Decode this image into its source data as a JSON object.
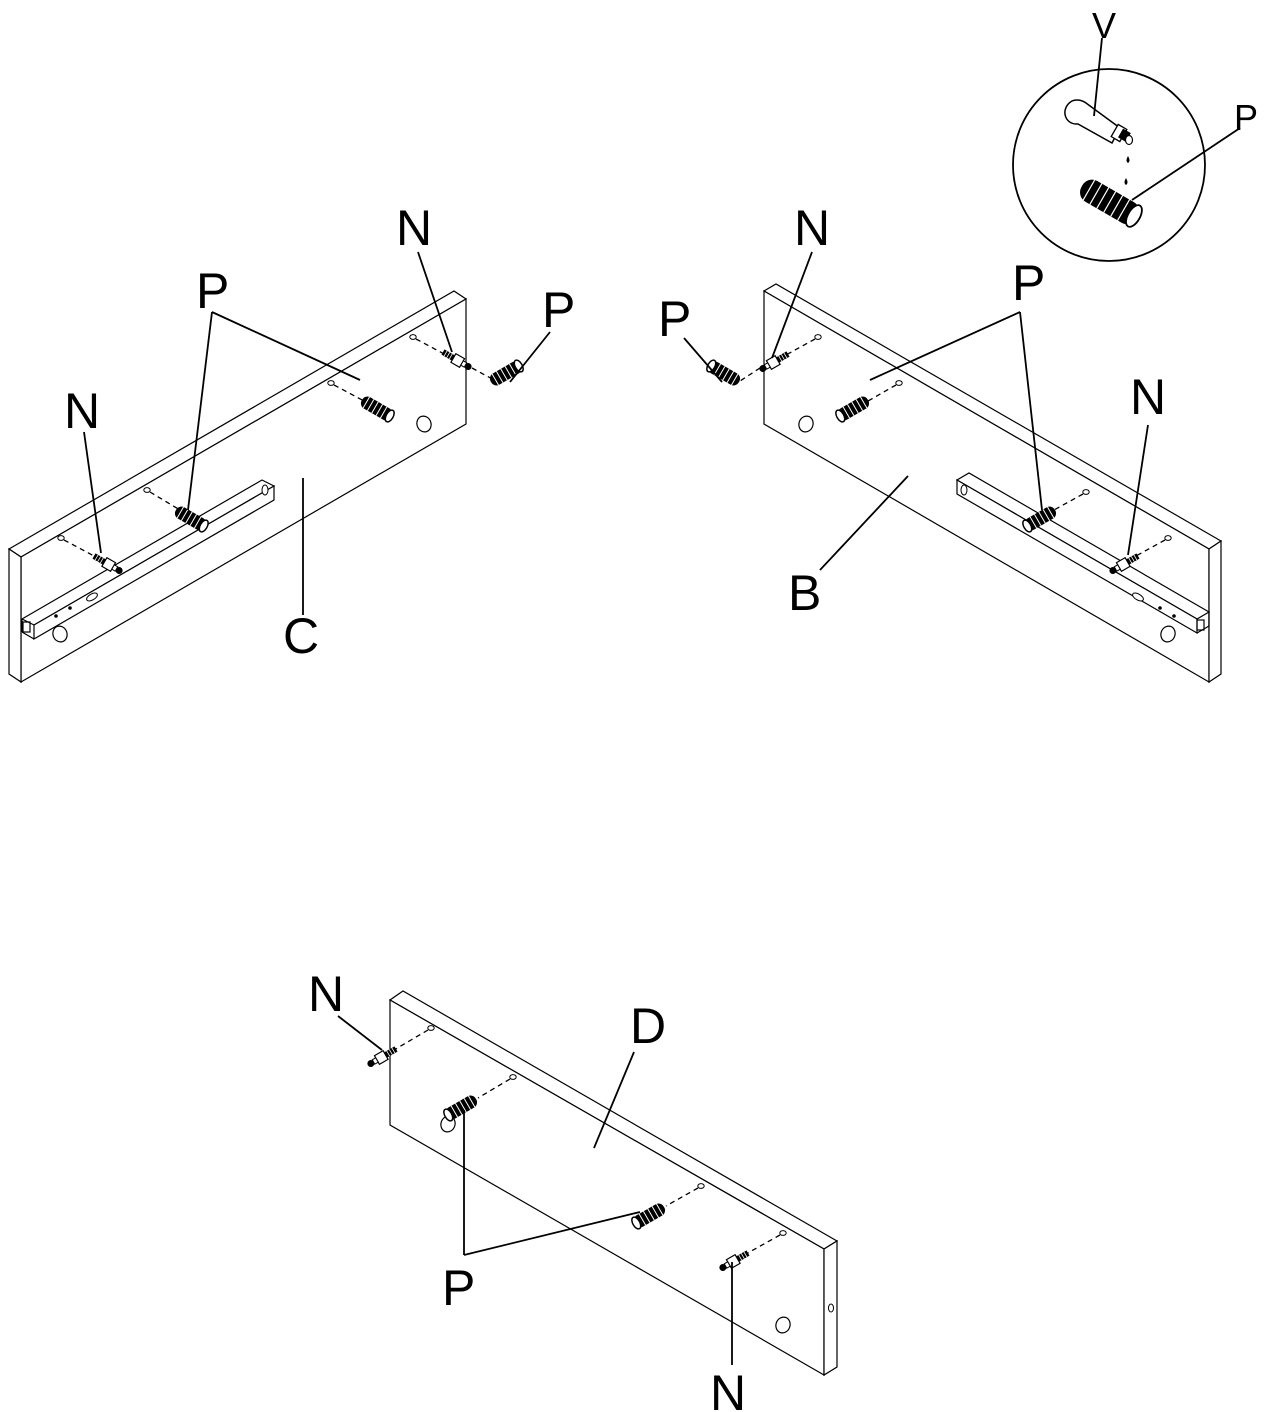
{
  "labels": {
    "c": "C",
    "b": "B",
    "d": "D",
    "n": "N",
    "p": "P",
    "v": "V"
  },
  "parts": [
    {
      "id": "C",
      "name": "panel"
    },
    {
      "id": "B",
      "name": "panel"
    },
    {
      "id": "D",
      "name": "panel"
    },
    {
      "id": "N",
      "name": "cam-bolt"
    },
    {
      "id": "P",
      "name": "wooden-dowel"
    },
    {
      "id": "V",
      "name": "glue-tube"
    }
  ],
  "colors": {
    "line": "#000000",
    "background": "#ffffff"
  }
}
